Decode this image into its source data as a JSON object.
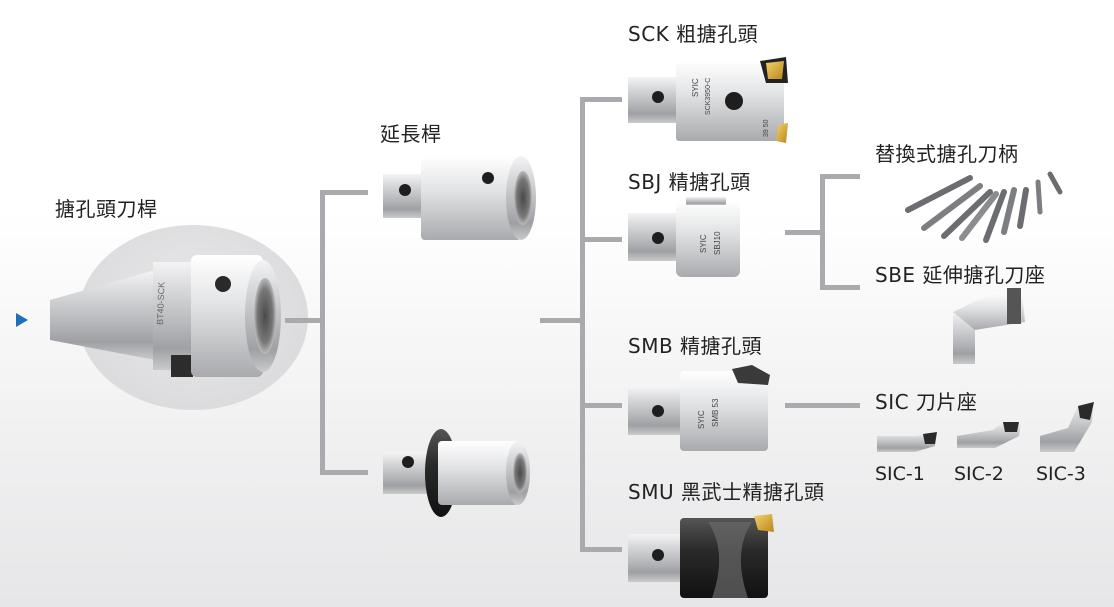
{
  "labels": {
    "main_holder": "搪孔頭刀桿",
    "extension": "延長桿",
    "sck": "SCK 粗搪孔頭",
    "sbj": "SBJ 精搪孔頭",
    "smb": "SMB 精搪孔頭",
    "smu": "SMU 黑武士精搪孔頭",
    "tool_bars": "替換式搪孔刀柄",
    "sbe": "SBE 延伸搪孔刀座",
    "sic": "SIC 刀片座",
    "sic1": "SIC-1",
    "sic2": "SIC-2",
    "sic3": "SIC-3"
  },
  "product_marks": {
    "main_holder": "BT40-SCK",
    "sck": "SCK3950-C",
    "sbj": "SBJ10",
    "smb": "SMB 53",
    "brand": "SYIC",
    "sck_scale": "39 50"
  },
  "colors": {
    "connector": "#a9aaad",
    "marker": "#1e6fb8",
    "insert_gold": "#d4a62a"
  }
}
